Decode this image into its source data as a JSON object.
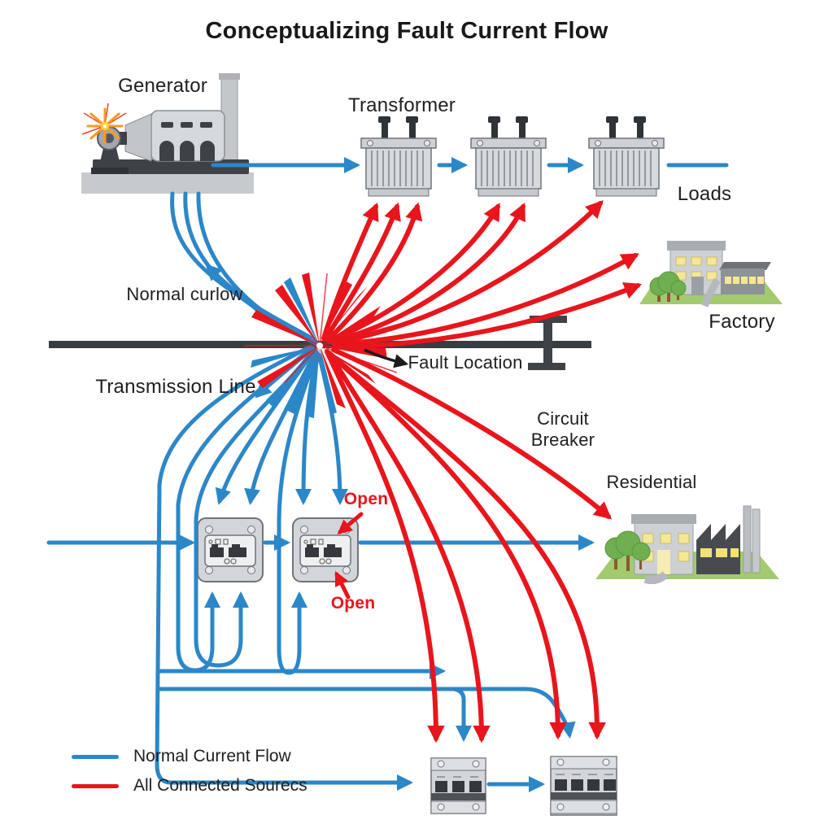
{
  "diagram": {
    "title": "Conceptualizing Fault Current Flow",
    "nodes": {
      "generator": "Generator",
      "transformer": "Transformer",
      "loads": "Loads",
      "factory": "Factory",
      "residential": "Residential",
      "transmission_line": "Transmission Line",
      "fault_location": "Fault Location",
      "circuit_breaker": "Circuit Breaker",
      "normal_flow_note": "Normal curlow",
      "breaker_open_top": "Open",
      "breaker_open_bottom": "Open"
    },
    "legend": {
      "items": [
        {
          "label": "Normal Current Flow",
          "color": "#2b87c8"
        },
        {
          "label": "All Connected Sourecs",
          "color": "#e8151c"
        }
      ]
    },
    "colors": {
      "normal_current": "#2b87c8",
      "fault_current": "#e8151c",
      "transmission_line": "#3a3d40",
      "text": "#1f1f1f"
    }
  }
}
